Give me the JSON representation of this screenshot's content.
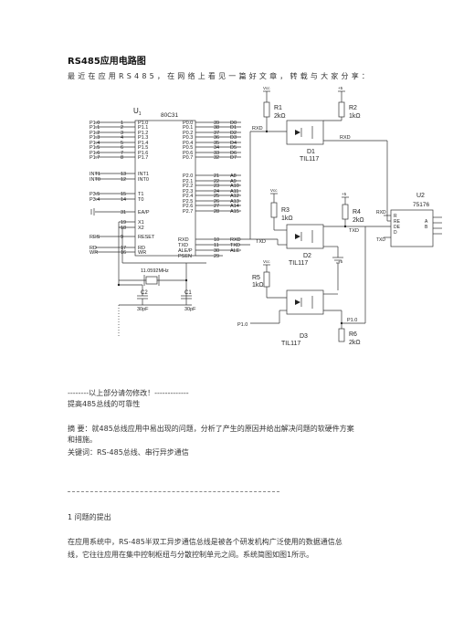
{
  "doc": {
    "title": "RS485应用电路图",
    "intro": "最近在应用RS485，在网络上看见一篇好文章，转载与大家分享：",
    "edit_note": "--------以上部分请勿修改！-------------",
    "heading": "提高485总线的可靠性",
    "abstract_line1": "摘 要：就485总线应用中易出现的问题，分析了产生的原因并给出解决问题的软硬件方案",
    "abstract_line2": "和措施。",
    "keywords": "关键词：RS-485总线、串行异步通信",
    "section1_title": "1 问题的提出",
    "body_line1": "在应用系统中，RS-485半双工异步通信总线是被各个研发机构广泛使用的数据通信总",
    "body_line2": "线，它往往应用在集中控制枢纽与分散控制单元之间。系统简图如图1所示。"
  },
  "circuit": {
    "u1_ref": "U",
    "u1_sub": "1",
    "u1_part": "80C31",
    "p1_left": [
      "P1.0",
      "P1.1",
      "P1.2",
      "P1.3",
      "P1.4",
      "P1.5",
      "P1.6",
      "P1.7"
    ],
    "p1_pins": [
      "1",
      "2",
      "3",
      "4",
      "5",
      "6",
      "7",
      "8"
    ],
    "p0_right": [
      "P0.0",
      "P0.1",
      "P0.2",
      "P0.3",
      "P0.4",
      "P0.5",
      "P0.6",
      "P0.7"
    ],
    "p0_pins": [
      "39",
      "38",
      "37",
      "36",
      "35",
      "34",
      "33",
      "32"
    ],
    "p0_nets": [
      "D0",
      "D1",
      "D2",
      "D3",
      "D4",
      "D5",
      "D6",
      "D7"
    ],
    "int_labels": [
      "INT1",
      "INT0"
    ],
    "int_pins": [
      "13",
      "12"
    ],
    "t_labels": [
      "P3.5",
      "P3.4"
    ],
    "t_pins": [
      "15",
      "14"
    ],
    "t_inner": [
      "T1",
      "T0"
    ],
    "p2_right": [
      "P2.0",
      "P2.1",
      "P2.2",
      "P2.3",
      "P2.4",
      "P2.5",
      "P2.6",
      "P2.7"
    ],
    "p2_pins": [
      "21",
      "22",
      "23",
      "24",
      "25",
      "26",
      "27",
      "28"
    ],
    "p2_nets": [
      "A8",
      "A9",
      "A10",
      "A11",
      "A12",
      "A13",
      "A14",
      "A15"
    ],
    "ea_label": "EA/P",
    "ea_pin": "31",
    "x_labels": [
      "X1",
      "X2"
    ],
    "x_pins": [
      "19",
      "18"
    ],
    "ctrl_left": [
      "RES",
      "RD",
      "WR"
    ],
    "ctrl_pins": [
      "9",
      "17",
      "16"
    ],
    "ctrl_inner": [
      "RESET",
      "RD",
      "WR"
    ],
    "ser_right": [
      "RXD",
      "TXD",
      "ALE/P",
      "PSEN"
    ],
    "ser_pins": [
      "10",
      "11",
      "30",
      "29"
    ],
    "ser_nets": [
      "RXD",
      "TXD",
      "ALE",
      ""
    ],
    "crystal": "11.0592MHz",
    "c1": "C1",
    "c1_val": "30pF",
    "c2": "C2",
    "c2_val": "30pF",
    "r1": "R1",
    "r1_val": "2kΩ",
    "r2": "R2",
    "r2_val": "1kΩ",
    "r3": "R3",
    "r3_val": "1kΩ",
    "r4": "R4",
    "r4_val": "2kΩ",
    "r5": "R5",
    "r5_val": "1kΩ",
    "r6": "R6",
    "r6_val": "2kΩ",
    "d1": "D1",
    "d2": "D2",
    "d3": "D3",
    "opto": "TIL117",
    "vcc": "Vcc",
    "plus5": "+5",
    "rxd": "RXD",
    "txd": "TXD",
    "p10": "P1.0",
    "u2_ref": "U2",
    "u2_part": "75176",
    "u2_pins_left": [
      "R",
      "RE",
      "DE",
      "D"
    ],
    "u2_pins_right": [
      "A",
      "B"
    ]
  }
}
